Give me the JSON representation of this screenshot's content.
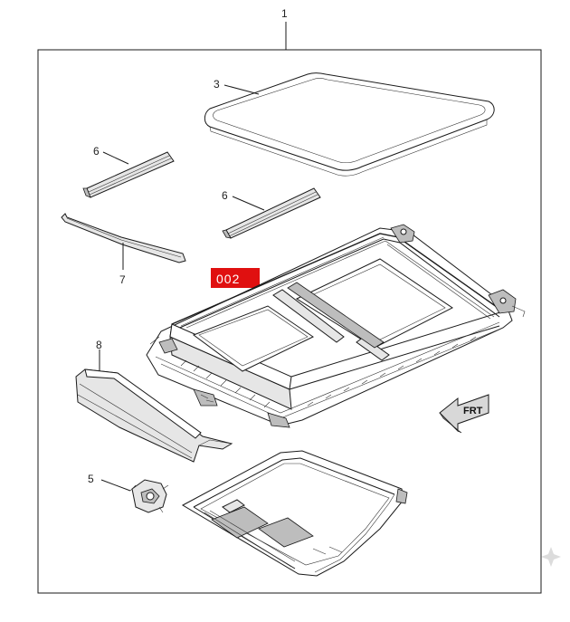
{
  "diagram": {
    "assembly_callout": "1",
    "highlight_label": "002",
    "highlight_color": "#e01010",
    "direction_label": "FRT",
    "watermark_icon": "sparkle-icon",
    "parts": [
      {
        "id": "glass-panel",
        "callout": "3"
      },
      {
        "id": "seal-strip-left",
        "callout": "6"
      },
      {
        "id": "seal-strip-right",
        "callout": "6"
      },
      {
        "id": "drain-trough",
        "callout": "7"
      },
      {
        "id": "wind-deflector",
        "callout": "8"
      },
      {
        "id": "drive-motor",
        "callout": "5"
      }
    ]
  }
}
